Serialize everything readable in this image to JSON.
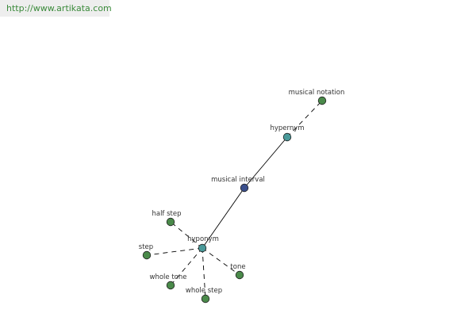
{
  "header": {
    "url": "http://www.artikata.com"
  },
  "graph": {
    "colors": {
      "center": "#3a4f8c",
      "relation": "#4a9a9a",
      "term": "#4a8a4a",
      "stroke": "#222222",
      "edge": "#000000"
    },
    "nodes": {
      "musical_notation": {
        "label": "musical notation",
        "kind": "term"
      },
      "hypernym": {
        "label": "hypernym",
        "kind": "relation"
      },
      "musical_interval": {
        "label": "musical interval",
        "kind": "center"
      },
      "hyponym": {
        "label": "hyponym",
        "kind": "relation"
      },
      "half_step": {
        "label": "half step",
        "kind": "term"
      },
      "step": {
        "label": "step",
        "kind": "term"
      },
      "whole_tone": {
        "label": "whole tone",
        "kind": "term"
      },
      "whole_step": {
        "label": "whole step",
        "kind": "term"
      },
      "tone": {
        "label": "tone",
        "kind": "term"
      }
    },
    "edges": [
      {
        "from": "musical_interval",
        "to": "hypernym",
        "style": "solid"
      },
      {
        "from": "musical_interval",
        "to": "hyponym",
        "style": "solid"
      },
      {
        "from": "hypernym",
        "to": "musical_notation",
        "style": "dashed"
      },
      {
        "from": "hyponym",
        "to": "half_step",
        "style": "dashed"
      },
      {
        "from": "hyponym",
        "to": "step",
        "style": "dashed"
      },
      {
        "from": "hyponym",
        "to": "whole_tone",
        "style": "dashed"
      },
      {
        "from": "hyponym",
        "to": "whole_step",
        "style": "dashed"
      },
      {
        "from": "hyponym",
        "to": "tone",
        "style": "dashed"
      }
    ]
  }
}
